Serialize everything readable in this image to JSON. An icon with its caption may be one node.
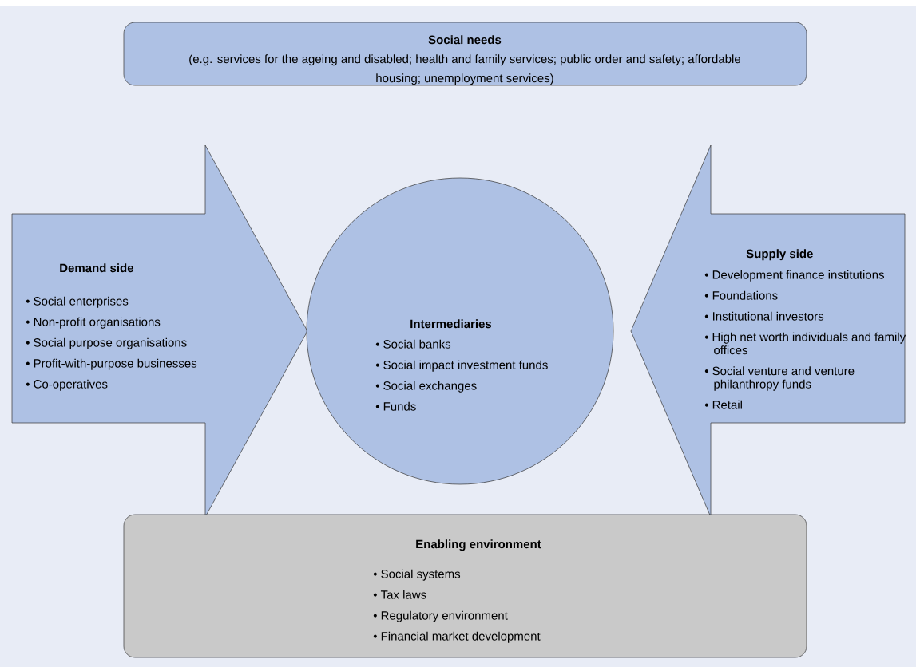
{
  "diagram": {
    "nodes": [
      {
        "text": [
          "Social needs",
          "(e.g. services for the ageing and disabled; health and family services; public order and safety; affordable housing; unemployment services)"
        ]
      },
      {
        "text": [
          "Demand side",
          "• Social enterprises",
          "• Non-profit organisations",
          "• Social purpose organisations",
          "• Profit-with-purpose businesses",
          "• Co-operatives"
        ]
      },
      {
        "text": [
          "Intermediaries",
          "• Social banks",
          "• Social impact investment funds",
          "• Social exchanges",
          "• Funds"
        ]
      },
      {
        "text": [
          "Supply side",
          "• Development finance institutions",
          "• Foundations",
          "• Institutional investors",
          "• High net worth individuals and family offices",
          "• Social venture and venture philanthropy funds",
          "• Retail"
        ]
      },
      {
        "text": [
          "Enabling environment",
          "• Social systems",
          "• Tax laws",
          "• Regulatory environment",
          "• Financial market development"
        ]
      }
    ]
  }
}
